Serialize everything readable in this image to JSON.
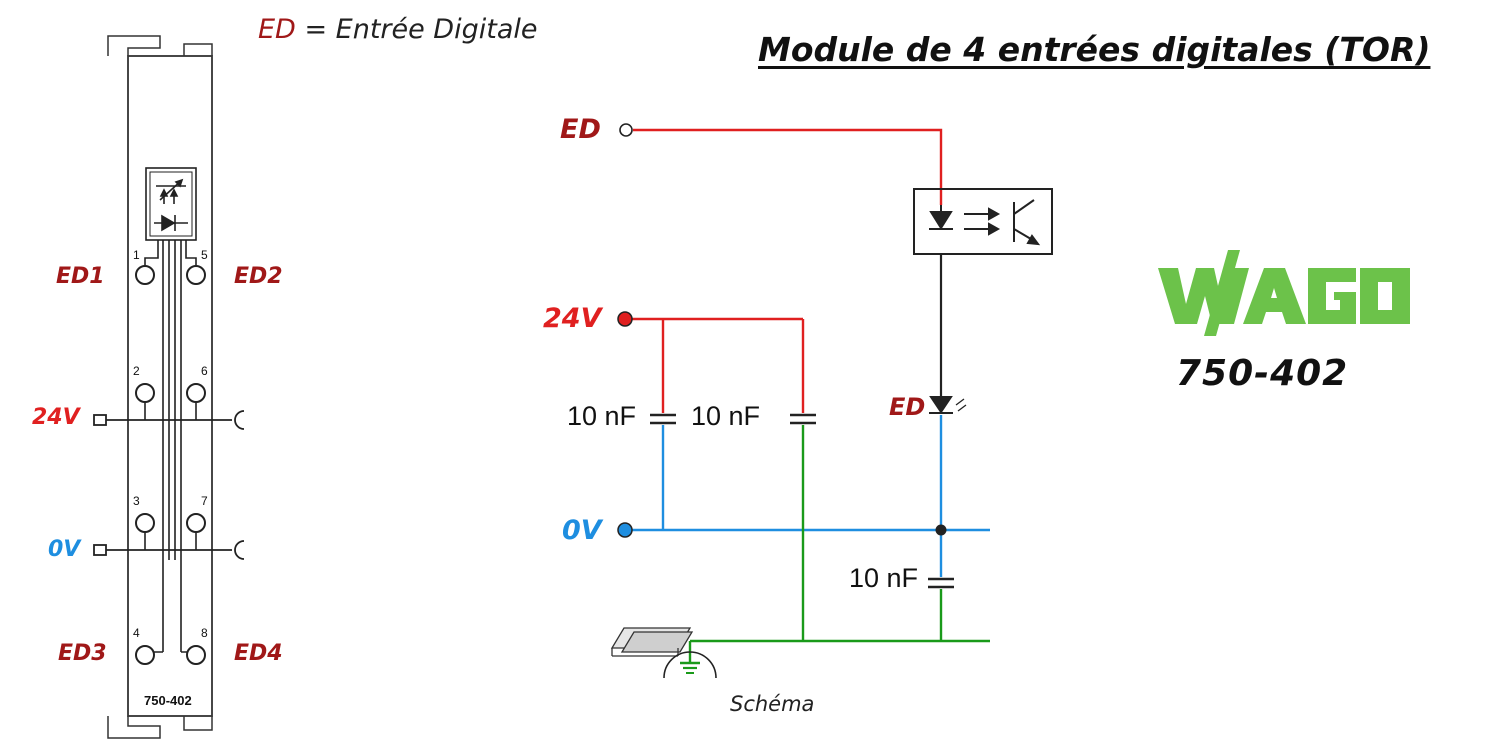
{
  "title": "Module de 4 entrées digitales (TOR)",
  "legend": {
    "abbr": "ED",
    "text": " = Entrée Digitale"
  },
  "module": {
    "labels": {
      "ed1": "ED1",
      "ed2": "ED2",
      "ed3": "ED3",
      "ed4": "ED4",
      "v24": "24V",
      "v0": "0V"
    },
    "pins": [
      "1",
      "5",
      "2",
      "6",
      "3",
      "7",
      "4",
      "8"
    ],
    "part_number": "750-402"
  },
  "schematic": {
    "ed_input": "ED",
    "v24": "24V",
    "v0": "0V",
    "cap_left": "10 nF",
    "cap_mid": "10 nF",
    "cap_right": "10 nF",
    "led_label": "ED",
    "caption": "Schéma"
  },
  "brand": {
    "logo": "WAGO",
    "model": "750-402",
    "logo_color": "#6cc24a"
  },
  "colors": {
    "signal": "#e02020",
    "supply_24v": "#e02020",
    "ground_0v": "#1e8ee0",
    "earth": "#1a9a1a",
    "label_ed": "#a01818"
  }
}
